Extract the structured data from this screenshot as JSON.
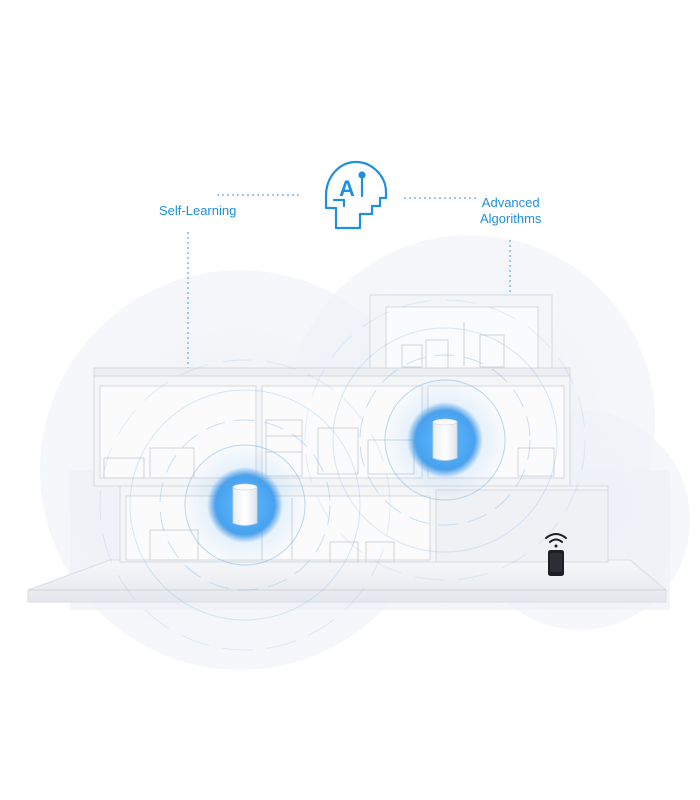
{
  "labels": {
    "self_learning": "Self-Learning",
    "advanced_line1": "Advanced",
    "advanced_line2": "Algorithms",
    "ai_icon_text": "A"
  },
  "icons": {
    "ai_head": "ai-head-icon",
    "mesh_unit": "mesh-router-icon",
    "phone": "smartphone-icon",
    "wifi": "wifi-signal-icon"
  },
  "colors": {
    "accent": "#1f8fe0",
    "glow": "#3aa0f2",
    "backdrop": "#eef1f6",
    "house_wall": "#f3f4f6",
    "house_line": "#d9dce2"
  }
}
